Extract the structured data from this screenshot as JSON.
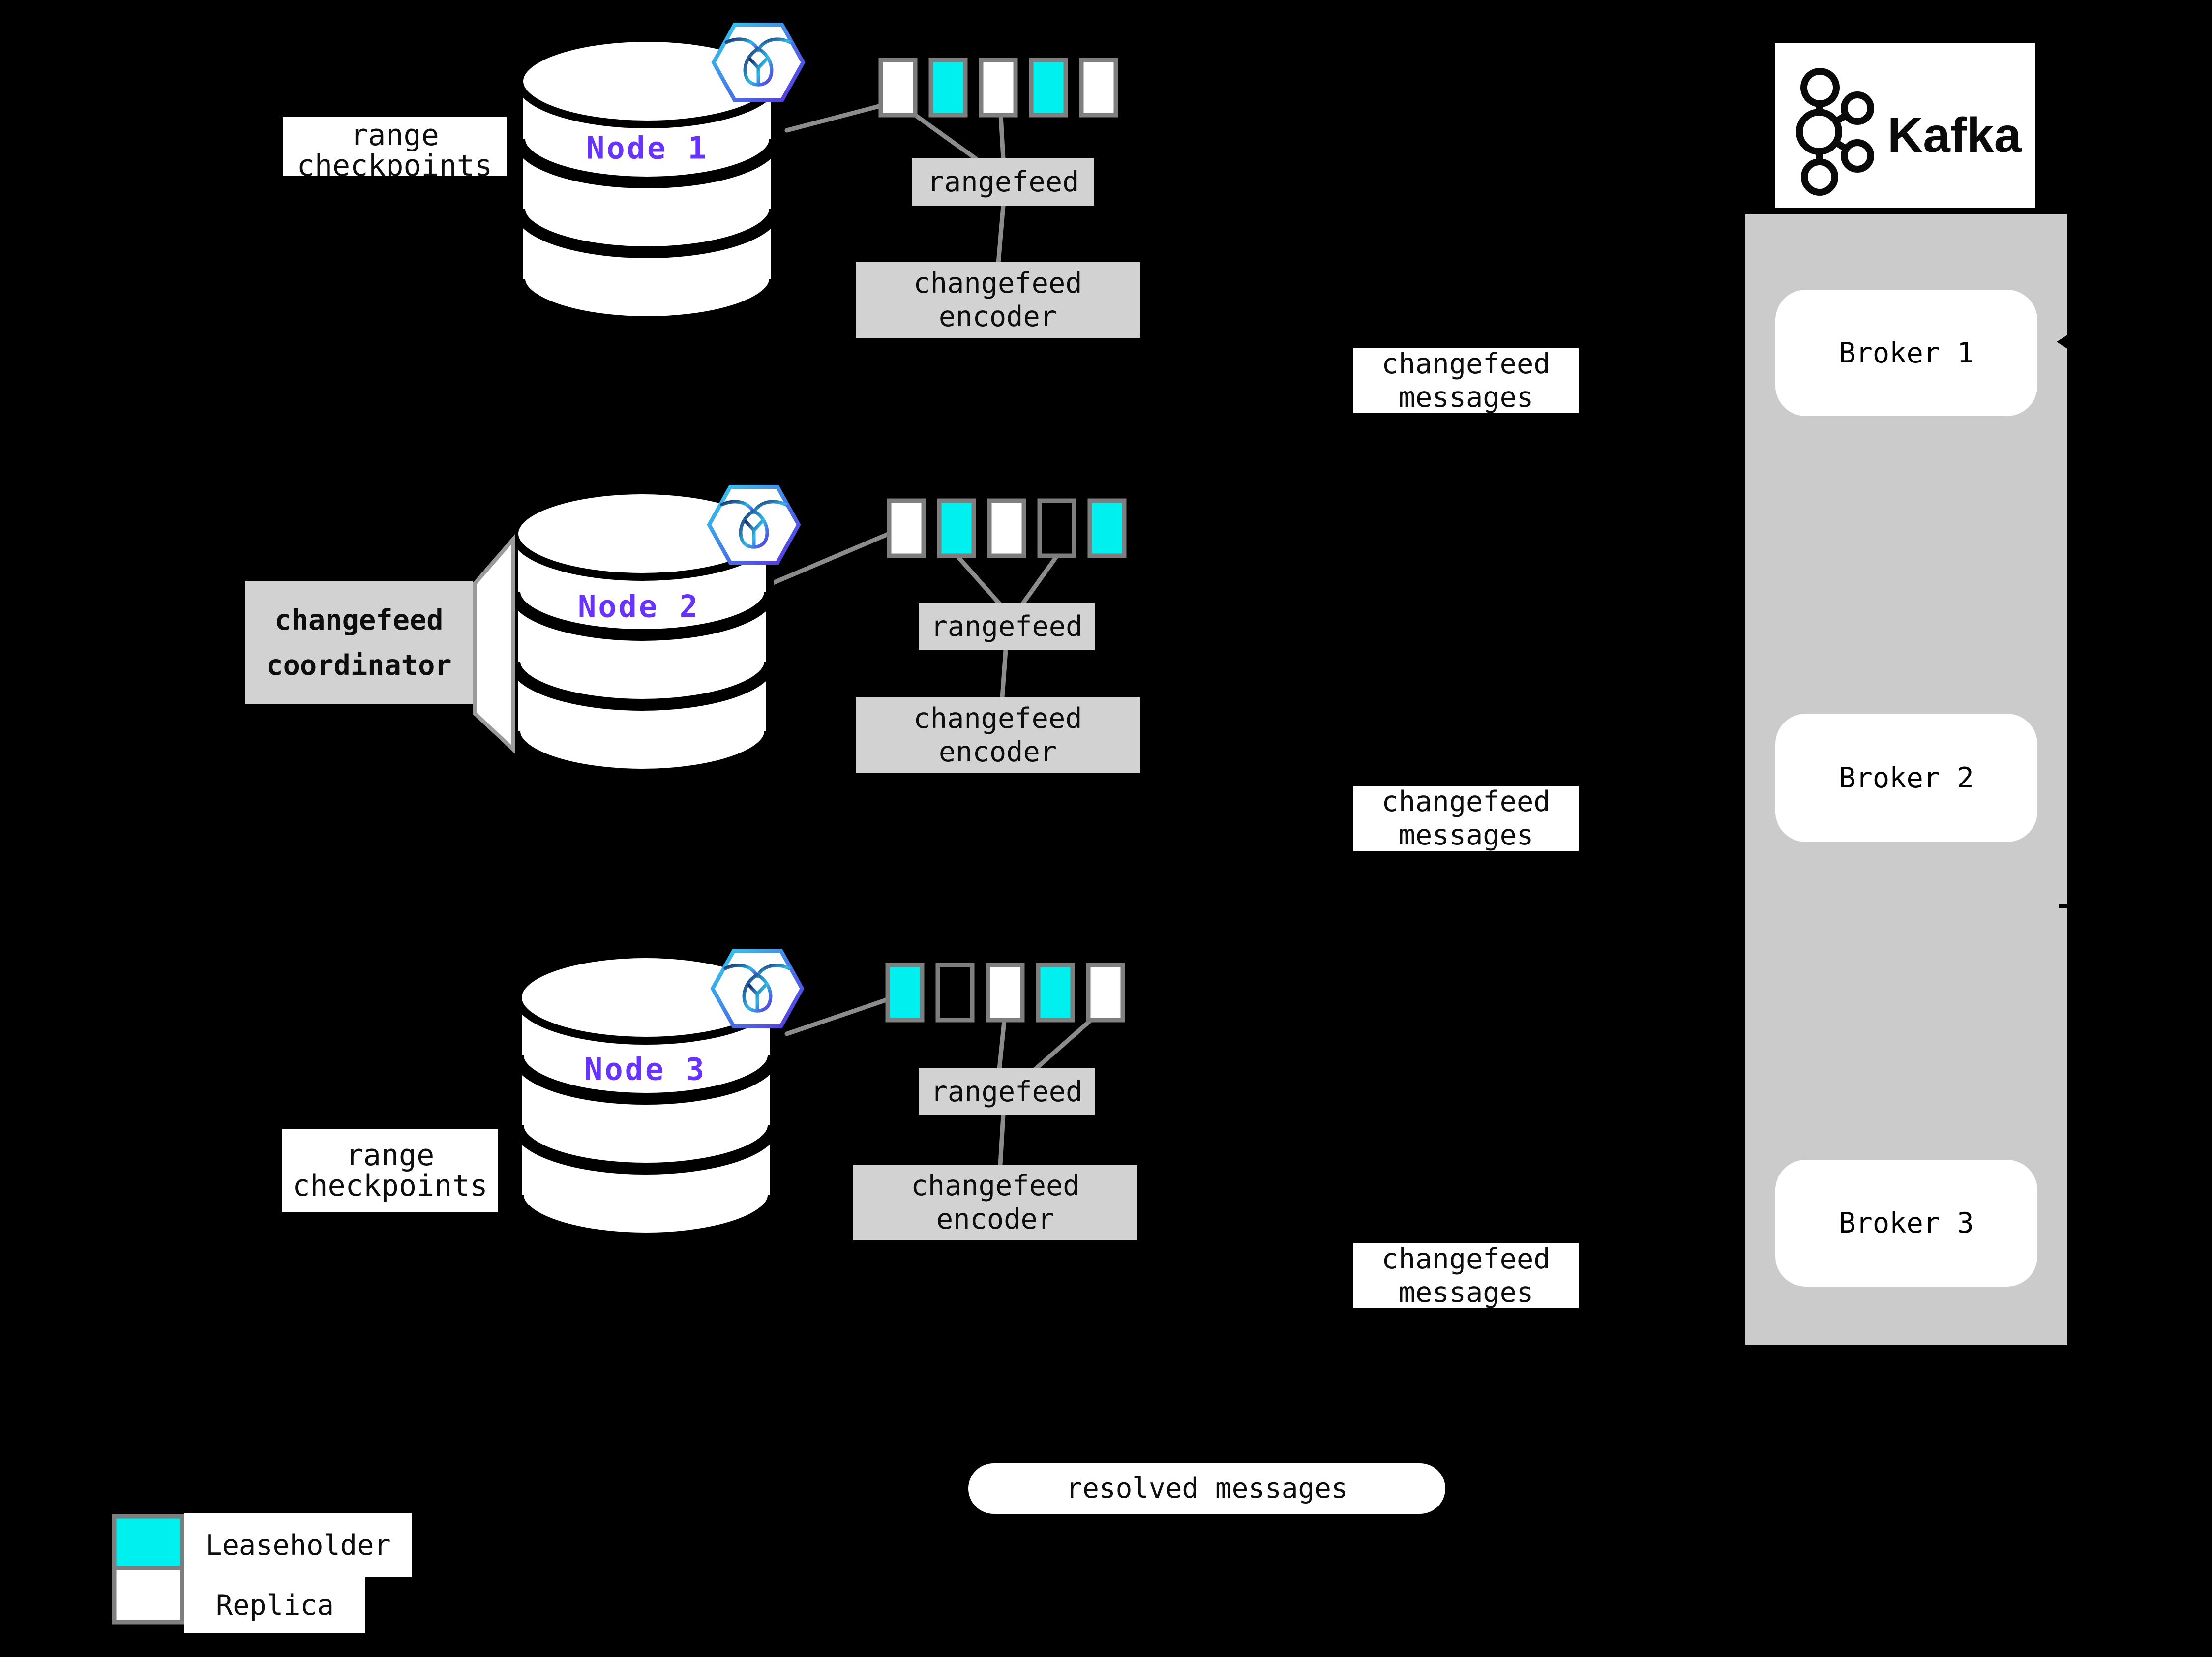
{
  "title": "changefeed to kafka architecture diagram",
  "colors": {
    "background": "#000000",
    "leaseholder_cyan": "#00efef",
    "replica_white": "#ffffff",
    "outline_only": "none",
    "box_gray": "#d2d2d2",
    "container_gray": "#cbcbcb",
    "connector_gray": "#8c8c8c",
    "square_border_gray": "#7e7e7e",
    "node_label_purple": "#6933ff",
    "hexagon_gradient_start": "#2fd1f1",
    "hexagon_gradient_end": "#5b2ee0"
  },
  "nodes": [
    {
      "label": "Node 1"
    },
    {
      "label": "Node 2"
    },
    {
      "label": "Node 3"
    }
  ],
  "replica_rows": [
    [
      "replica",
      "leaseholder",
      "replica",
      "leaseholder",
      "replica"
    ],
    [
      "replica",
      "leaseholder",
      "replica",
      "outline",
      "leaseholder"
    ],
    [
      "leaseholder",
      "outline",
      "replica",
      "leaseholder",
      "replica"
    ]
  ],
  "labels": {
    "range_checkpoints": {
      "line1": "range",
      "line2": "checkpoints"
    },
    "rangefeed": "rangefeed",
    "changefeed_encoder": {
      "line1": "changefeed",
      "line2": "encoder"
    },
    "changefeed_messages": {
      "line1": "changefeed",
      "line2": "messages"
    },
    "changefeed_coordinator": {
      "line1": "changefeed",
      "line2": "coordinator"
    },
    "resolved_messages": "resolved messages"
  },
  "kafka": {
    "brand": "Kafka",
    "brokers": [
      {
        "label": "Broker 1"
      },
      {
        "label": "Broker 2"
      },
      {
        "label": "Broker 3"
      }
    ]
  },
  "legend": [
    {
      "type": "leaseholder",
      "label": "Leaseholder"
    },
    {
      "type": "replica",
      "label": "Replica"
    }
  ]
}
